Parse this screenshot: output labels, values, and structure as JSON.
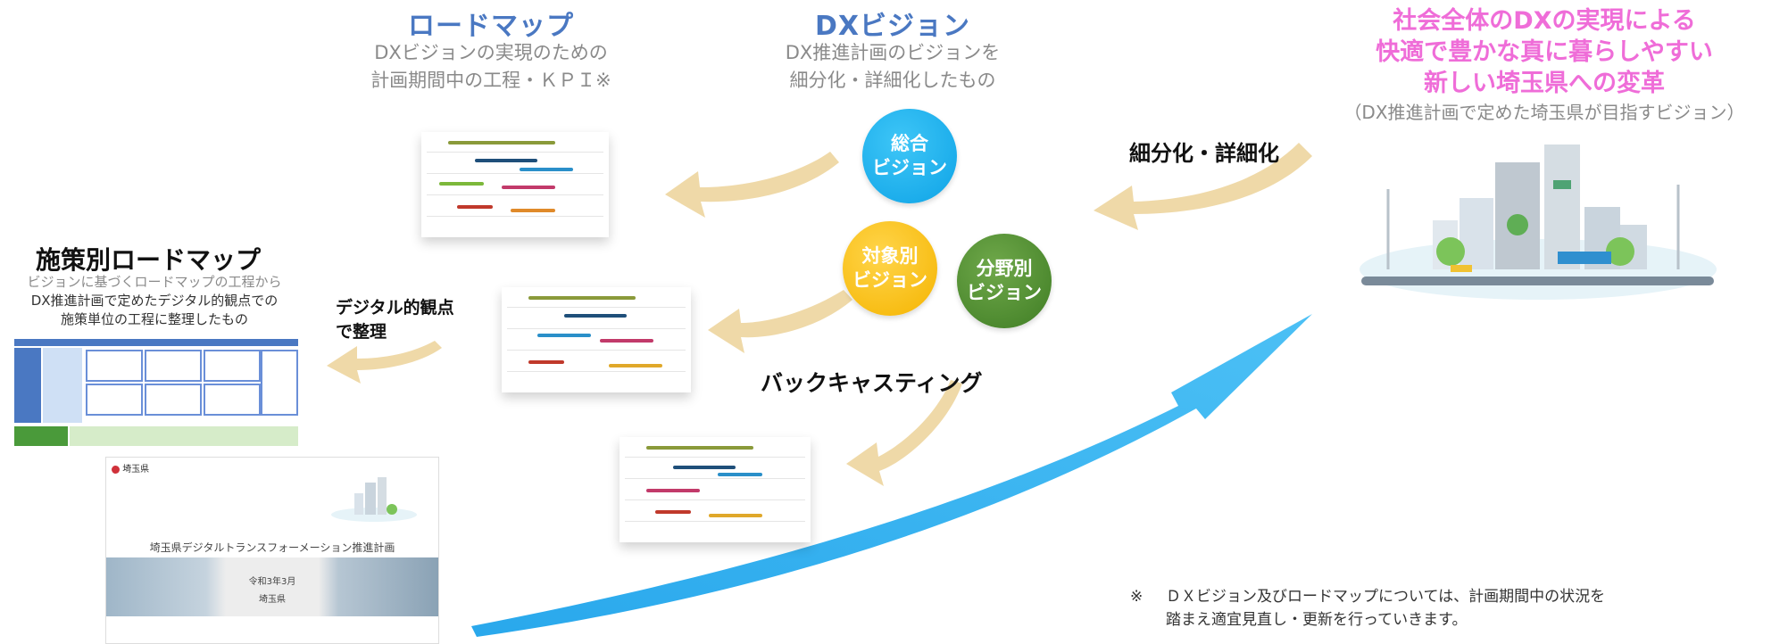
{
  "roadmap": {
    "title": "ロードマップ",
    "desc_line1": "DXビジョンの実現のための",
    "desc_line2": "計画期間中の工程・ＫＰＩ※"
  },
  "dx_vision": {
    "title": "DXビジョン",
    "desc_line1": "DX推進計画のビジョンを",
    "desc_line2": "細分化・詳細化したもの"
  },
  "goal": {
    "line1": "社会全体のDXの実現による",
    "line2": "快適で豊かな真に暮らしやすい",
    "line3": "新しい埼玉県への変革",
    "note": "（DX推進計画で定めた埼玉県が目指すビジョン）"
  },
  "circles": {
    "general": {
      "line1": "総合",
      "line2": "ビジョン",
      "color": "#0ea3e6"
    },
    "target": {
      "line1": "対象別",
      "line2": "ビジョン",
      "color": "#f5b400"
    },
    "field": {
      "line1": "分野別",
      "line2": "ビジョン",
      "color": "#3f7d24"
    }
  },
  "labels": {
    "subdivide": "細分化・詳細化",
    "backcasting": "バックキャスティング",
    "digital_line1": "デジタル的観点",
    "digital_line2": "で整理"
  },
  "policy_roadmap": {
    "title": "施策別ロードマップ",
    "desc_line1": "ビジョンに基づくロードマップの工程から",
    "desc_line2": "DX推進計画で定めたデジタル的観点での",
    "desc_line3": "施策単位の工程に整理したもの"
  },
  "document": {
    "logo": "埼玉県",
    "title": "埼玉県デジタルトランスフォーメーション推進計画",
    "date": "令和3年3月",
    "org": "埼玉県"
  },
  "footnote": {
    "mark": "※",
    "line1": "ＤＸビジョン及びロードマップについては、計画期間中の状況を",
    "line2": "踏まえ適宜見直し・更新を行っていきます。"
  },
  "colors": {
    "accent_blue": "#4a78c2",
    "pink": "#ef6dd8",
    "arrow_beige": "#efd9a8",
    "arrow_blue": "#29a8ec"
  }
}
